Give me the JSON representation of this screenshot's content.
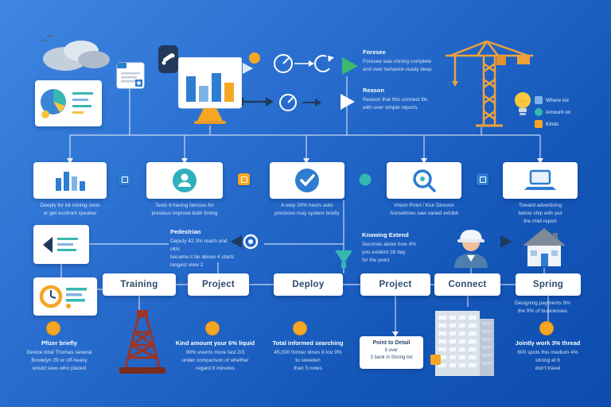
{
  "palette": {
    "background_from": "#3f87e2",
    "background_to": "#0d4cae",
    "blue": "#2d7dd2",
    "teal": "#35b8b0",
    "orange": "#f5a623",
    "navy": "#1e3a5f",
    "green": "#3cb96e",
    "crane_orange": "#f0a23a",
    "derrick_red": "#9c3526"
  },
  "top_steps": [
    {
      "title": "Foresee",
      "lines": [
        "Foresee was mining complete",
        "and over behavior-ready deep"
      ]
    },
    {
      "title": "Reason",
      "lines": [
        "Reason that this connect fits",
        "with over simple reports"
      ]
    }
  ],
  "crane_legend": [
    {
      "label": "Where list"
    },
    {
      "label": "Amount on"
    },
    {
      "label": "Kinds"
    }
  ],
  "process_captions": [
    {
      "lines": [
        "Deeply for bit mining soon",
        "or get ecofront speaker"
      ]
    },
    {
      "lines": [
        "Tests it having famous for",
        "previous improve both timing"
      ]
    },
    {
      "lines": [
        "4-step 20% hours auto",
        "precision may system briefly"
      ]
    },
    {
      "lines": [
        "Vision Point / Kiur Director",
        "Sometimes saw varied exhibit"
      ]
    },
    {
      "lines": [
        "Toward advertising",
        "below ship with put",
        "the mild report"
      ]
    }
  ],
  "mid_notes": [
    {
      "title": "Pedestrian",
      "lines": [
        "Deputy 42.3% reach and olds",
        "became it far above 4 starts",
        "longest view 2"
      ]
    },
    {
      "title": "Knowing Extend",
      "lines": [
        "Seconds alone how 4%",
        "you evident 28 day",
        "for the point"
      ]
    }
  ],
  "stage_labels": [
    "Training",
    "Project",
    "Deploy",
    "Project",
    "Connect",
    "Spring"
  ],
  "bottom_notes": [
    {
      "lines": [
        "Pfizer briefly",
        "Device total Thomas several",
        "Brooklyn 29 or off-heavy",
        "would sees who placed"
      ]
    },
    {
      "lines": [
        "Kind amount your 6% liquid",
        "99% events more fast 2/3",
        "under comparison of whether",
        "regard 8 minutes"
      ]
    },
    {
      "lines": [
        "Total informed searching",
        "45,000 former times 8 too 9%",
        "to sweeten",
        "than 5 notes"
      ]
    },
    {
      "lines": [
        "Jointly work 3% thread",
        "600 spots this medium 4%",
        "strong at 6",
        "don't travel"
      ]
    }
  ],
  "detail_box": {
    "lines": [
      "Point to Detail",
      "it over",
      "3 bank in Strong list"
    ]
  },
  "building_note": {
    "lines": [
      "Designing payments 9%",
      "the 9% of businesses"
    ]
  }
}
